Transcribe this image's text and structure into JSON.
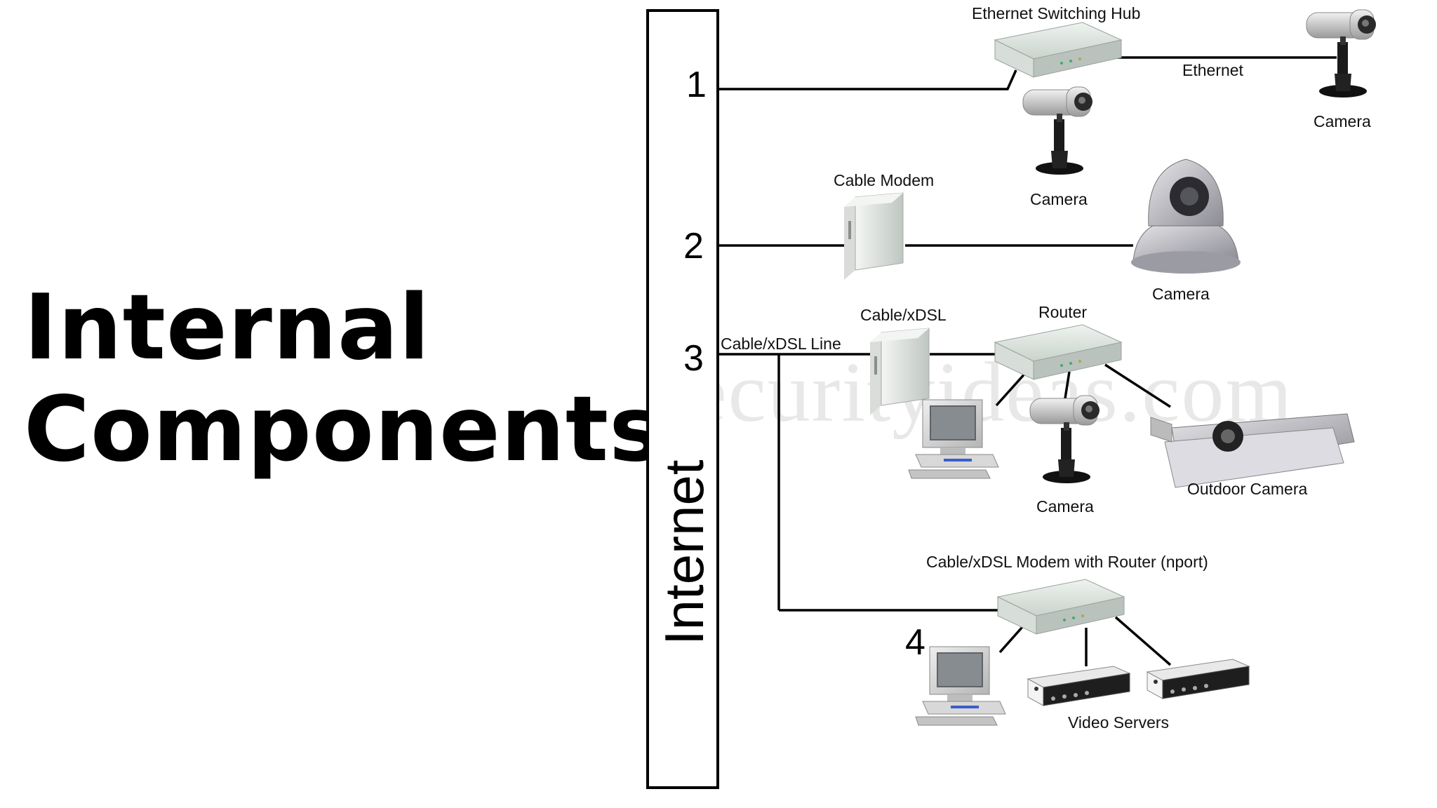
{
  "title": {
    "line1": "Internal",
    "line2": "Components"
  },
  "diagram": {
    "backbone_label": "Internet",
    "watermark": "securityideas.com",
    "sections": [
      {
        "number": "1",
        "labels": {
          "hub": "Ethernet Switching Hub",
          "link": "Ethernet",
          "camera_a": "Camera",
          "camera_b": "Camera"
        }
      },
      {
        "number": "2",
        "labels": {
          "modem": "Cable Modem",
          "camera": "Camera"
        }
      },
      {
        "number": "3",
        "labels": {
          "line": "Cable/xDSL Line",
          "modem": "Cable/xDSL",
          "router": "Router",
          "camera": "Camera",
          "outdoor_camera": "Outdoor Camera"
        }
      },
      {
        "number": "4",
        "labels": {
          "modem_router": "Cable/xDSL Modem with Router (nport)",
          "video_servers": "Video Servers"
        }
      }
    ]
  }
}
